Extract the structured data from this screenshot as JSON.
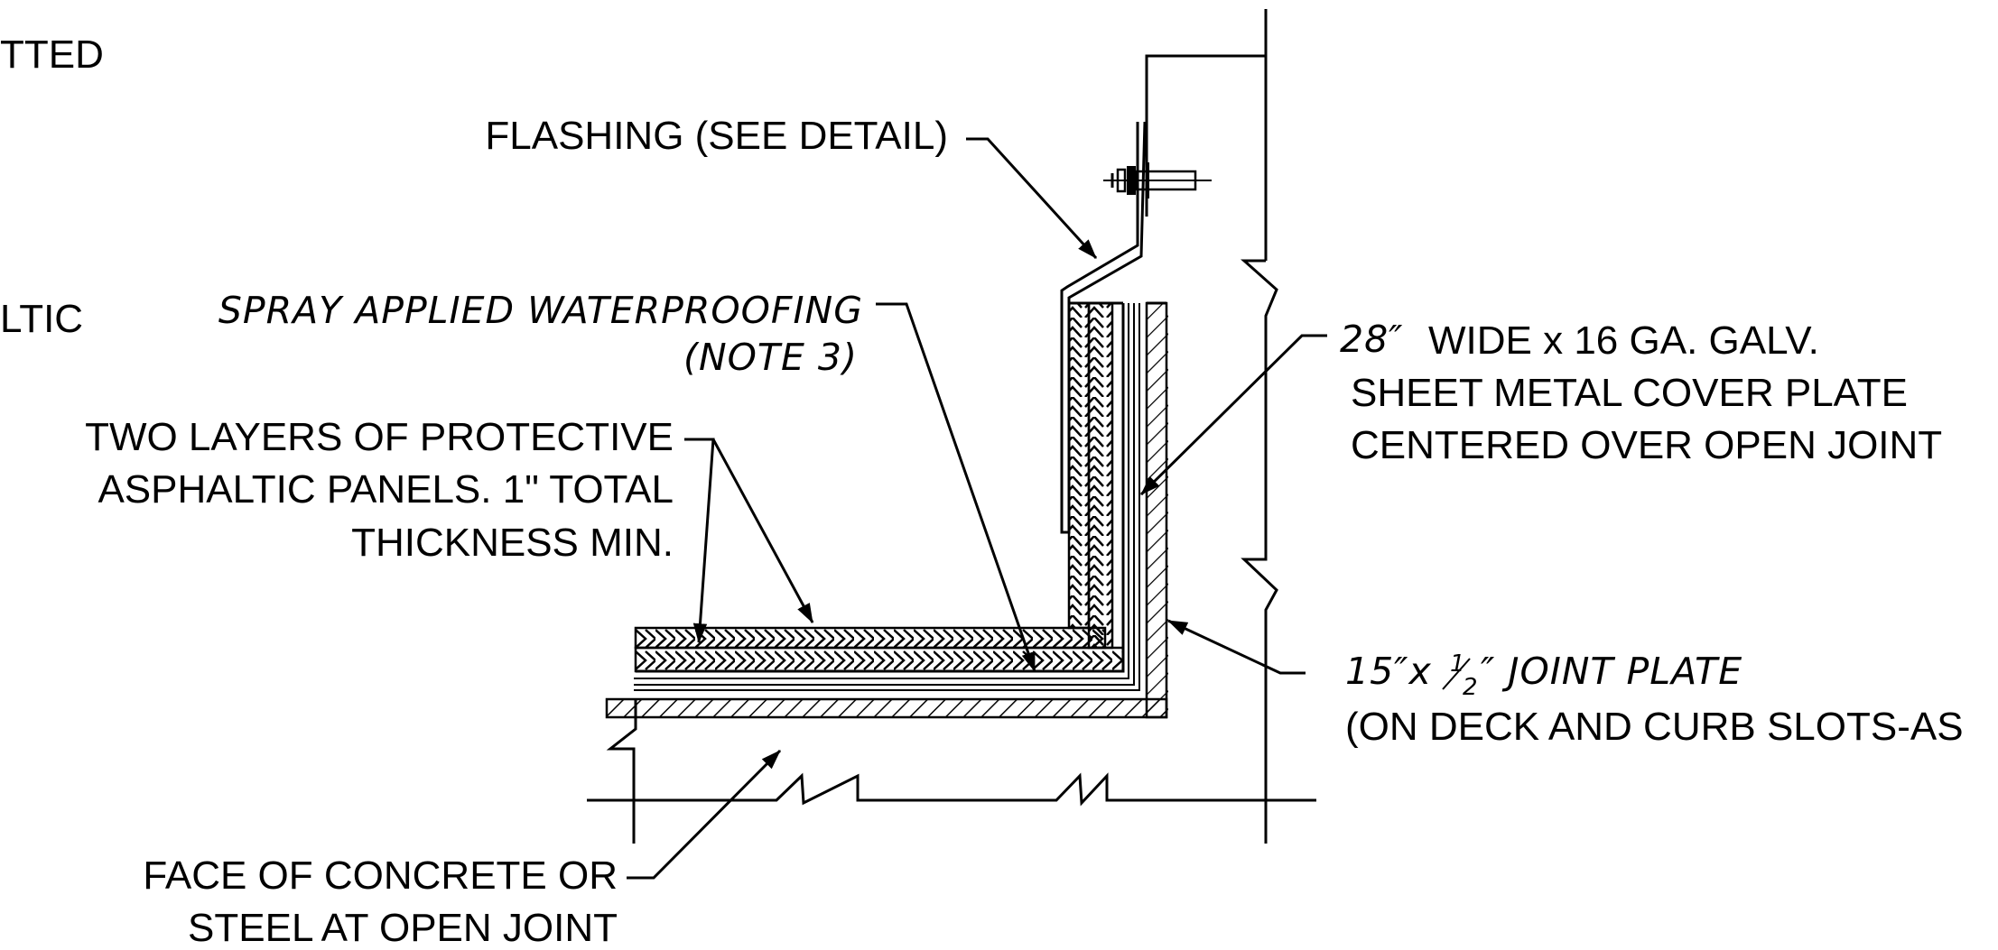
{
  "labels": {
    "cut_top_left": "TTED",
    "cut_mid_left": "LTIC",
    "flashing": "FLASHING (SEE DETAIL)",
    "spray_line1": "SPRAY APPLIED WATERPROOFING",
    "spray_line2": "(NOTE 3)",
    "protective_line1": "TWO LAYERS OF PROTECTIVE",
    "protective_line2": "ASPHALTIC PANELS. 1\" TOTAL",
    "protective_line3": "THICKNESS MIN.",
    "cover_dim": "28″",
    "cover_line1_rest": "WIDE x 16 GA. GALV.",
    "cover_line2": "SHEET METAL COVER PLATE",
    "cover_line3": "CENTERED OVER OPEN JOINT",
    "joint_plate_a": "15″x",
    "joint_plate_num": "1",
    "joint_plate_den": "2",
    "joint_plate_b": "″ JOINT PLATE",
    "deck_curb": "(ON DECK AND CURB SLOTS-AS",
    "face_line1": "FACE OF CONCRETE OR",
    "face_line2": "STEEL AT OPEN JOINT"
  },
  "colors": {
    "ink": "#000000",
    "background": "#ffffff"
  }
}
